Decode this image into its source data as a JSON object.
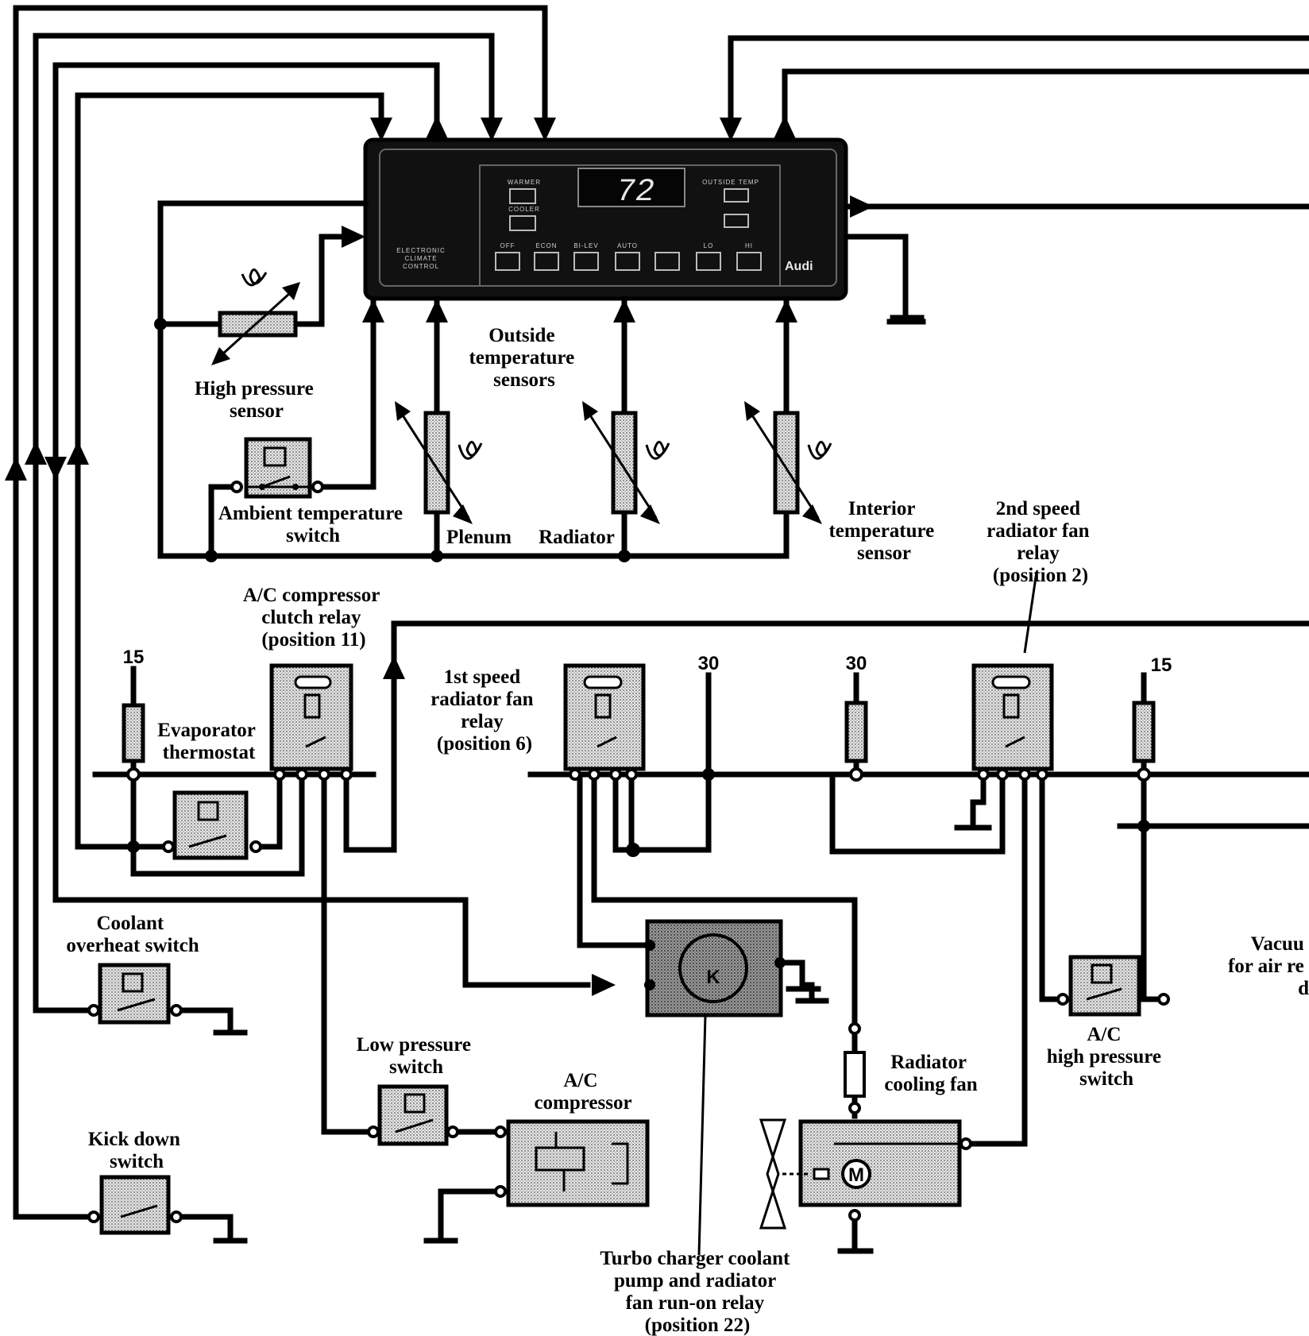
{
  "control_unit": {
    "display_value": "72",
    "brand": "Audi",
    "left_label_lines": [
      "ELECTRONIC",
      "CLIMATE",
      "CONTROL"
    ],
    "button_labels": [
      "WARMER",
      "COOLER",
      "OUTSIDE TEMP",
      "OFF",
      "ECON",
      "BI-LEV",
      "AUTO",
      "LO",
      "HI"
    ]
  },
  "labels": {
    "high_pressure_sensor": [
      "High pressure",
      "sensor"
    ],
    "outside_temperature_sensors": [
      "Outside",
      "temperature",
      "sensors"
    ],
    "ambient_temperature_switch": [
      "Ambient temperature",
      "switch"
    ],
    "plenum": [
      "Plenum"
    ],
    "radiator": [
      "Radiator"
    ],
    "interior_temperature_sensor": [
      "Interior",
      "temperature",
      "sensor"
    ],
    "second_speed_relay": [
      "2nd speed",
      "radiator fan",
      "relay",
      "(position 2)"
    ],
    "ac_clutch_relay": [
      "A/C compressor",
      "clutch relay",
      "(position 11)"
    ],
    "first_speed_relay": [
      "1st speed",
      "radiator fan",
      "relay",
      "(position 6)"
    ],
    "evaporator_thermostat": [
      "Evaporator",
      "thermostat"
    ],
    "coolant_overheat_switch": [
      "Coolant",
      "overheat switch"
    ],
    "low_pressure_switch": [
      "Low pressure",
      "switch"
    ],
    "ac_compressor": [
      "A/C",
      "compressor"
    ],
    "radiator_cooling_fan": [
      "Radiator",
      "cooling fan"
    ],
    "ac_high_pressure_switch": [
      "A/C",
      "high pressure",
      "switch"
    ],
    "vacuum_cutoff": [
      "Vacuu",
      "for air re",
      "d"
    ],
    "kick_down_switch": [
      "Kick down",
      "switch"
    ],
    "turbo_relay": [
      "Turbo charger coolant",
      "pump and radiator",
      "fan run-on relay",
      "(position 22)"
    ]
  },
  "terminals": {
    "t15_left": "15",
    "t30_mid": "30",
    "t30_right": "30",
    "t15_right": "15"
  }
}
